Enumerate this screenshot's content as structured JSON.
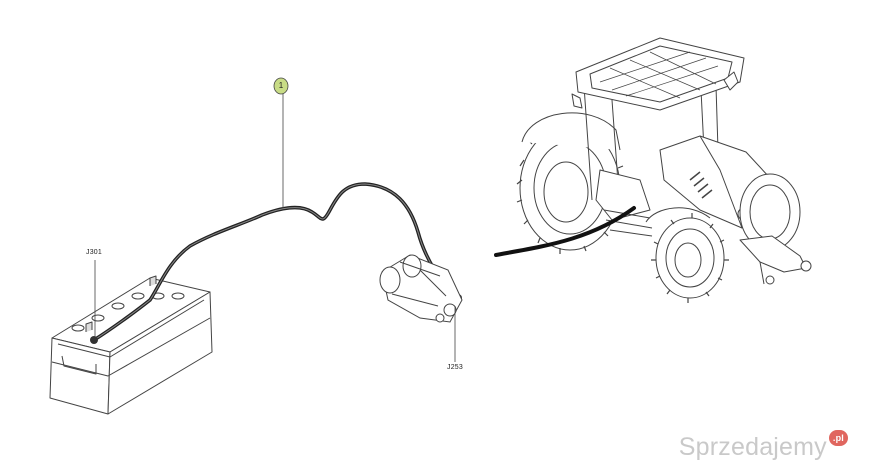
{
  "labels": {
    "callout": "1",
    "battery_connector": "J301",
    "starter_connector": "J253"
  },
  "watermark": {
    "text": "Sprzedajemy",
    "badge": ".pl"
  },
  "colors": {
    "line": "#333333",
    "cable": "#222222",
    "callout_fill": "#c8dc86",
    "watermark_badge": "#e0665f"
  }
}
